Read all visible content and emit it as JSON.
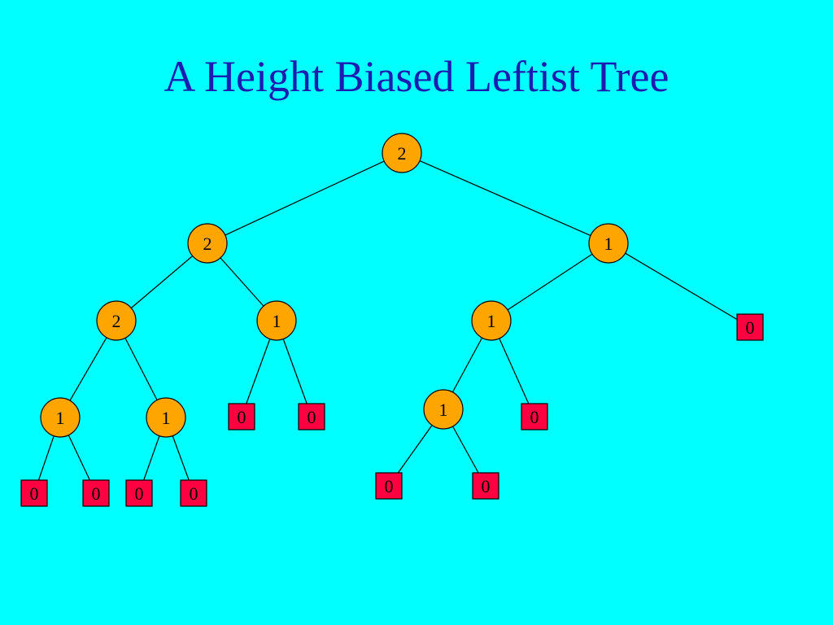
{
  "title": "A Height Biased Leftist Tree",
  "colors": {
    "background": "#00FFFF",
    "title": "#1C1CB0",
    "internal_node": "#FFA500",
    "external_node": "#FF0040",
    "edge": "#000000"
  },
  "nodes": [
    {
      "id": "n0",
      "kind": "internal",
      "label": "2"
    },
    {
      "id": "n1",
      "kind": "internal",
      "label": "2"
    },
    {
      "id": "n2",
      "kind": "internal",
      "label": "1"
    },
    {
      "id": "n3",
      "kind": "internal",
      "label": "2"
    },
    {
      "id": "n4",
      "kind": "internal",
      "label": "1"
    },
    {
      "id": "n5",
      "kind": "internal",
      "label": "1"
    },
    {
      "id": "n6",
      "kind": "external",
      "label": "0"
    },
    {
      "id": "n7",
      "kind": "internal",
      "label": "1"
    },
    {
      "id": "n8",
      "kind": "internal",
      "label": "1"
    },
    {
      "id": "n9",
      "kind": "external",
      "label": "0"
    },
    {
      "id": "n10",
      "kind": "external",
      "label": "0"
    },
    {
      "id": "n11",
      "kind": "internal",
      "label": "1"
    },
    {
      "id": "n12",
      "kind": "external",
      "label": "0"
    },
    {
      "id": "n13",
      "kind": "external",
      "label": "0"
    },
    {
      "id": "n14",
      "kind": "external",
      "label": "0"
    },
    {
      "id": "n15",
      "kind": "external",
      "label": "0"
    },
    {
      "id": "n16",
      "kind": "external",
      "label": "0"
    },
    {
      "id": "n17",
      "kind": "external",
      "label": "0"
    },
    {
      "id": "n18",
      "kind": "external",
      "label": "0"
    }
  ],
  "edges": [
    [
      "n0",
      "n1"
    ],
    [
      "n0",
      "n2"
    ],
    [
      "n1",
      "n3"
    ],
    [
      "n1",
      "n4"
    ],
    [
      "n2",
      "n5"
    ],
    [
      "n2",
      "n6"
    ],
    [
      "n3",
      "n7"
    ],
    [
      "n3",
      "n8"
    ],
    [
      "n4",
      "n9"
    ],
    [
      "n4",
      "n10"
    ],
    [
      "n5",
      "n11"
    ],
    [
      "n5",
      "n12"
    ],
    [
      "n7",
      "n13"
    ],
    [
      "n7",
      "n14"
    ],
    [
      "n8",
      "n15"
    ],
    [
      "n8",
      "n16"
    ],
    [
      "n11",
      "n17"
    ],
    [
      "n11",
      "n18"
    ]
  ]
}
